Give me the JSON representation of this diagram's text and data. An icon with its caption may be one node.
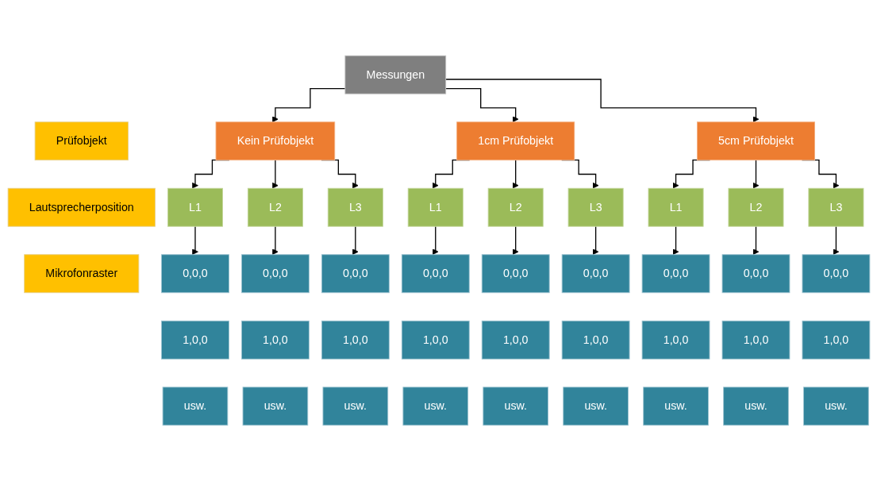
{
  "diagram": {
    "nodes": [
      {
        "text": [
          "Messungen"
        ]
      },
      {
        "text": [
          "Prüfobjekt"
        ]
      },
      {
        "text": [
          "Kein Prüfobjekt"
        ]
      },
      {
        "text": [
          "1cm Prüfobjekt"
        ]
      },
      {
        "text": [
          "5cm Prüfobjekt"
        ]
      },
      {
        "text": [
          "Lautsprecherposition"
        ]
      },
      {
        "text": [
          "L1"
        ]
      },
      {
        "text": [
          "L2"
        ]
      },
      {
        "text": [
          "L3"
        ]
      },
      {
        "text": [
          "L1"
        ]
      },
      {
        "text": [
          "L2"
        ]
      },
      {
        "text": [
          "L3"
        ]
      },
      {
        "text": [
          "L1"
        ]
      },
      {
        "text": [
          "L2"
        ]
      },
      {
        "text": [
          "L3"
        ]
      },
      {
        "text": [
          "Mikrofonraster"
        ]
      },
      {
        "text": [
          "0,0,0"
        ]
      },
      {
        "text": [
          "0,0,0"
        ]
      },
      {
        "text": [
          "0,0,0"
        ]
      },
      {
        "text": [
          "0,0,0"
        ]
      },
      {
        "text": [
          "0,0,0"
        ]
      },
      {
        "text": [
          "0,0,0"
        ]
      },
      {
        "text": [
          "0,0,0"
        ]
      },
      {
        "text": [
          "0,0,0"
        ]
      },
      {
        "text": [
          "0,0,0"
        ]
      },
      {
        "text": [
          "1,0,0"
        ]
      },
      {
        "text": [
          "1,0,0"
        ]
      },
      {
        "text": [
          "1,0,0"
        ]
      },
      {
        "text": [
          "1,0,0"
        ]
      },
      {
        "text": [
          "1,0,0"
        ]
      },
      {
        "text": [
          "1,0,0"
        ]
      },
      {
        "text": [
          "1,0,0"
        ]
      },
      {
        "text": [
          "1,0,0"
        ]
      },
      {
        "text": [
          "1,0,0"
        ]
      },
      {
        "text": [
          "usw."
        ]
      },
      {
        "text": [
          "usw."
        ]
      },
      {
        "text": [
          "usw."
        ]
      },
      {
        "text": [
          "usw."
        ]
      },
      {
        "text": [
          "usw."
        ]
      },
      {
        "text": [
          "usw."
        ]
      },
      {
        "text": [
          "usw."
        ]
      },
      {
        "text": [
          "usw."
        ]
      },
      {
        "text": [
          "usw."
        ]
      }
    ],
    "edges": [
      {
        "from": 0,
        "to": 2,
        "arrow": "to"
      },
      {
        "from": 0,
        "to": 3,
        "arrow": "to"
      },
      {
        "from": 0,
        "to": 4,
        "arrow": "to"
      },
      {
        "from": 2,
        "to": 6,
        "arrow": "to"
      },
      {
        "from": 2,
        "to": 7,
        "arrow": "to"
      },
      {
        "from": 2,
        "to": 8,
        "arrow": "to"
      },
      {
        "from": 3,
        "to": 9,
        "arrow": "to"
      },
      {
        "from": 3,
        "to": 10,
        "arrow": "to"
      },
      {
        "from": 3,
        "to": 11,
        "arrow": "to"
      },
      {
        "from": 4,
        "to": 12,
        "arrow": "to"
      },
      {
        "from": 4,
        "to": 13,
        "arrow": "to"
      },
      {
        "from": 4,
        "to": 14,
        "arrow": "to"
      },
      {
        "from": 6,
        "to": 16,
        "arrow": "to"
      },
      {
        "from": 7,
        "to": 17,
        "arrow": "to"
      },
      {
        "from": 8,
        "to": 18,
        "arrow": "to"
      },
      {
        "from": 9,
        "to": 19,
        "arrow": "to"
      },
      {
        "from": 10,
        "to": 20,
        "arrow": "to"
      },
      {
        "from": 11,
        "to": 21,
        "arrow": "to"
      },
      {
        "from": 12,
        "to": 22,
        "arrow": "to"
      },
      {
        "from": 13,
        "to": 23,
        "arrow": "to"
      },
      {
        "from": 14,
        "to": 24,
        "arrow": "to"
      }
    ]
  }
}
